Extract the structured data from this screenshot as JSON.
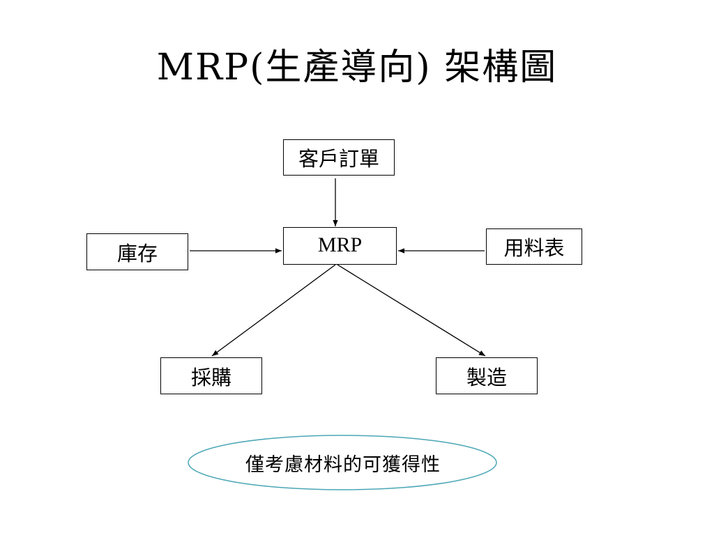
{
  "slide": {
    "title": "MRP(生產導向) 架構圖"
  },
  "diagram": {
    "nodes": {
      "customer_order": "客戶訂單",
      "inventory": "庫存",
      "mrp": "MRP",
      "bom": "用料表",
      "purchasing": "採購",
      "manufacturing": "製造"
    },
    "edges": [
      {
        "from": "customer_order",
        "to": "mrp"
      },
      {
        "from": "inventory",
        "to": "mrp"
      },
      {
        "from": "bom",
        "to": "mrp"
      },
      {
        "from": "mrp",
        "to": "purchasing"
      },
      {
        "from": "mrp",
        "to": "manufacturing"
      }
    ],
    "note": "僅考慮材料的可獲得性"
  },
  "colors": {
    "line": "#000000",
    "ellipse_outline": "#4aa6b5",
    "background": "#ffffff"
  }
}
